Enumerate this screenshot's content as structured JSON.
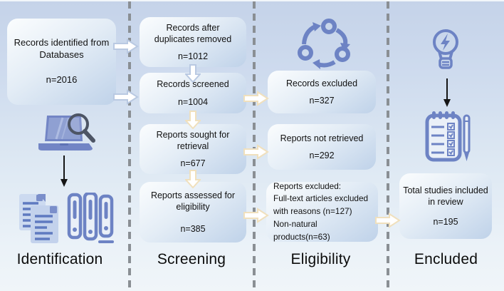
{
  "identification": {
    "label": "Identification",
    "records_box": {
      "title": "Records identified from Databases",
      "value": "n=2016"
    }
  },
  "screening": {
    "label": "Screening",
    "boxes": [
      {
        "title": "Records after duplicates removed",
        "value": "n=1012"
      },
      {
        "title": "Records screened",
        "value": "n=1004"
      },
      {
        "title": "Reports sought for retrieval",
        "value": "n=677"
      },
      {
        "title": "Reports assessed for eligibility",
        "value": "n=385"
      }
    ]
  },
  "eligibility": {
    "label": "Eligibility",
    "boxes": [
      {
        "title": "Records excluded",
        "value": "n=327"
      },
      {
        "title": "Reports not retrieved",
        "value": "n=292"
      }
    ],
    "excluded_detail_box": {
      "lines": [
        "Reports excluded:",
        "Full-text articles excluded",
        "with reasons (n=127)",
        "Non-natural products(n=63)"
      ]
    }
  },
  "encluded": {
    "label": "Encluded",
    "total_box": {
      "title": "Total studies included in review",
      "value": "n=195"
    }
  },
  "icons": {
    "identification": [
      "laptop-search-icon",
      "documents-icon",
      "binders-icon"
    ],
    "eligibility": [
      "cycle-icon"
    ],
    "encluded": [
      "lightbulb-icon",
      "checklist-icon"
    ]
  },
  "colors": {
    "background_top": "#c5d3e9",
    "background_bottom": "#f0f5f9",
    "box_gradient_start": "#fbfdfe",
    "box_gradient_end": "#bfd2e9",
    "icon_blue": "#6d83c4",
    "magnifier_gray": "#4d5565",
    "dashed_line": "#8a8f94",
    "arrow_blue_outline": "#b9c9e2",
    "arrow_cream_outline": "#f0e0bd",
    "text": "#111111"
  }
}
